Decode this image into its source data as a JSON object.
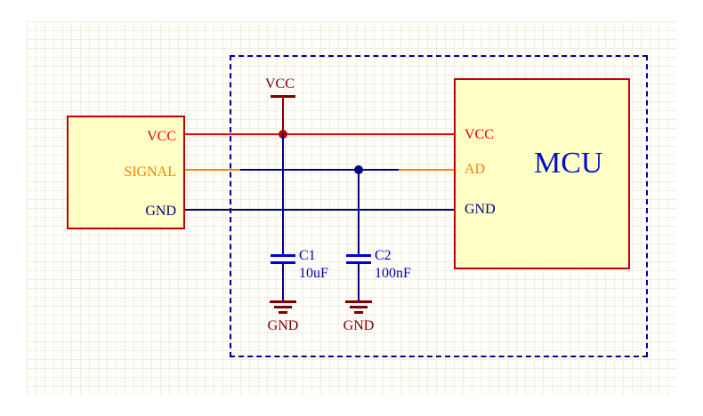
{
  "colors": {
    "wire_red": "#f00000",
    "wire_orange": "#ff8000",
    "wire_blue": "#000080",
    "power_maroon": "#7a0000",
    "capacitor_blue": "#0000d8",
    "component_fill": "#ffffc6",
    "component_border": "#c00000",
    "boundary_blue": "#000090",
    "mcu_text_blue": "#0010c8"
  },
  "sensor": {
    "pins": [
      {
        "label": "VCC"
      },
      {
        "label": "SIGNAL"
      },
      {
        "label": "GND"
      }
    ]
  },
  "mcu": {
    "title": "MCU",
    "pins": [
      {
        "label": "VCC"
      },
      {
        "label": "AD"
      },
      {
        "label": "GND"
      }
    ]
  },
  "power": {
    "vcc": {
      "label": "VCC"
    }
  },
  "capacitors": [
    {
      "ref": "C1",
      "value": "10uF",
      "ground_label": "GND"
    },
    {
      "ref": "C2",
      "value": "100nF",
      "ground_label": "GND"
    }
  ]
}
